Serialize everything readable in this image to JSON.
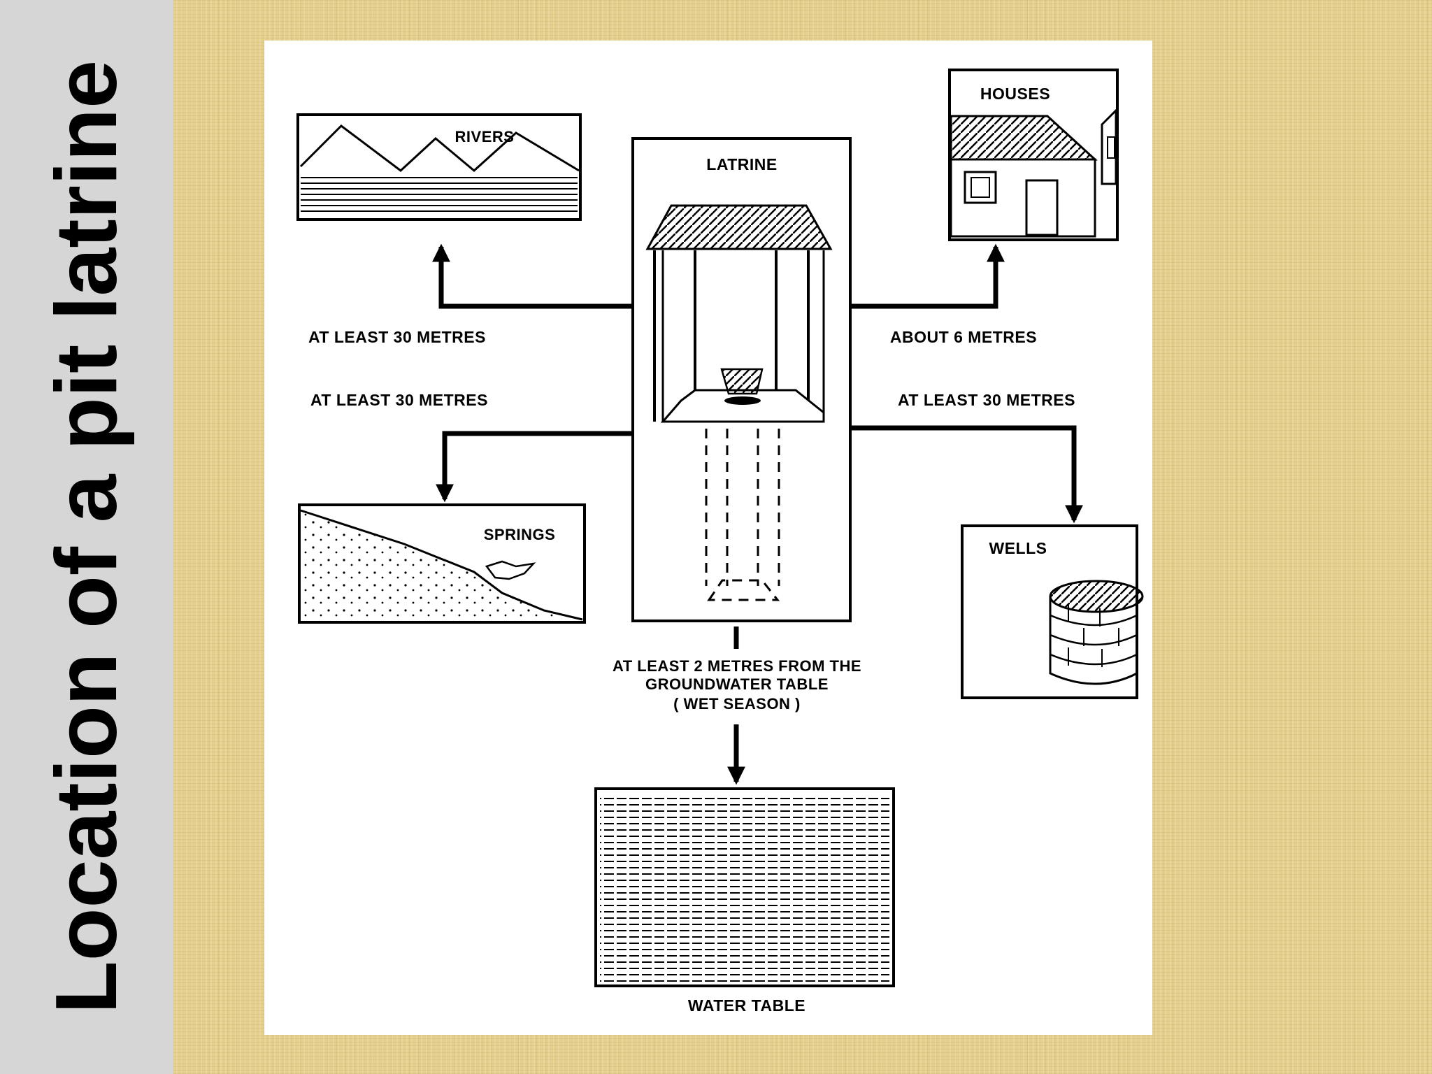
{
  "slide": {
    "title": "Location of a pit latrine"
  },
  "diagram": {
    "nodes": {
      "latrine": "LATRINE",
      "rivers": "RIVERS",
      "houses": "HOUSES",
      "springs": "SPRINGS",
      "wells": "WELLS",
      "water_table": "WATER TABLE"
    },
    "distances": {
      "rivers": "AT LEAST 30 METRES",
      "springs": "AT LEAST 30 METRES",
      "houses": "ABOUT 6 METRES",
      "wells": "AT LEAST 30 METRES",
      "groundwater_line1": "AT LEAST 2 METRES FROM THE",
      "groundwater_line2": "GROUNDWATER TABLE",
      "groundwater_line3": "( WET SEASON )"
    }
  }
}
